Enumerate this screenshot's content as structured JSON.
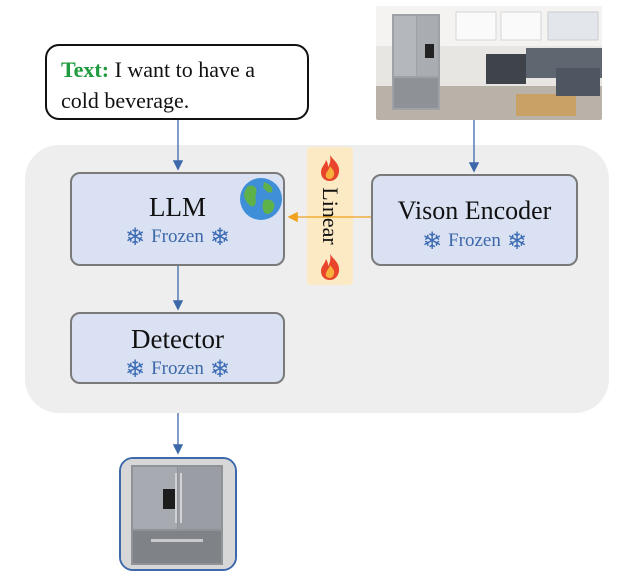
{
  "prompt": {
    "label": "Text:",
    "text": "I want to have a cold beverage."
  },
  "llm": {
    "name": "LLM",
    "status": "Frozen"
  },
  "encoder": {
    "name": "Vison Encoder",
    "status": "Frozen"
  },
  "detector": {
    "name": "Detector",
    "status": "Frozen"
  },
  "linear": {
    "label": "Linear"
  },
  "icons": [
    "snowflake-icon",
    "fire-icon",
    "globe-icon"
  ],
  "colors": {
    "container": "#eeeeee",
    "module_fill": "#d9e1f2",
    "frozen_text": "#3d68aa",
    "text_label": "#1f9b3f",
    "arrow_blue": "#3d68aa",
    "arrow_orange": "#f0a21e",
    "linear_fill": "#fbeac4"
  }
}
